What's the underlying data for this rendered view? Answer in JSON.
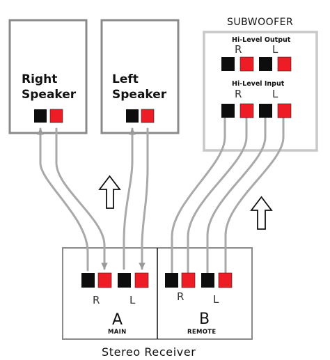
{
  "speakers": {
    "right": {
      "line1": "Right",
      "line2": "Speaker"
    },
    "left": {
      "line1": "Left",
      "line2": "Speaker"
    }
  },
  "subwoofer": {
    "title": "SUBWOOFER",
    "output_label": "Hi-Level Output",
    "input_label": "Hi-Level Input",
    "right": "R",
    "left": "L"
  },
  "receiver": {
    "title": "Stereo Receiver",
    "section_a": {
      "letter": "A",
      "name": "MAIN",
      "right": "R",
      "left": "L"
    },
    "section_b": {
      "letter": "B",
      "name": "REMOTE",
      "right": "R",
      "left": "L"
    }
  },
  "colors": {
    "box_stroke": "#8a8a8a",
    "sub_stroke": "#c4c4c4",
    "wire": "#a9a9a9",
    "terminal_black": "#0d0d0d",
    "terminal_red": "#ee1c24"
  }
}
